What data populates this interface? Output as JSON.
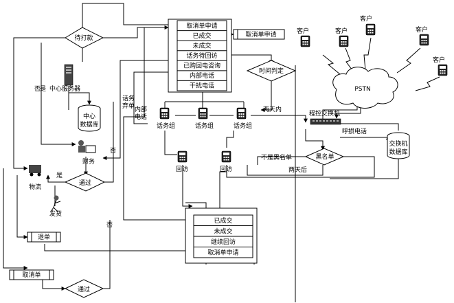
{
  "nodes": {
    "daidakuan": "待打款",
    "tongguo_1": "通过",
    "tongguo_2": "通过",
    "heimingdan": "黑名单",
    "shijian": "时间判定",
    "pstn": "PSTN"
  },
  "status_list": [
    "取消单申请",
    "已成交",
    "未成交",
    "话务待回访",
    "已购回电咨询",
    "内部电话",
    "干扰电话"
  ],
  "cancel_request_box": "取消单申请",
  "visit_list": [
    "已成交",
    "未成交",
    "继续回访",
    "取消单申请"
  ],
  "labels": {
    "server": "中心服务器",
    "center_db": "中心\n数据库",
    "finance": "财务",
    "logistics": "物流",
    "shipping": "发货",
    "return_order": "退单",
    "cancel_order": "取消单",
    "switch": "程控交换机",
    "switch_db": "交换机\n数据库",
    "group_1": "话务组",
    "group_2": "话务组",
    "group_3": "话务组",
    "revisit_1": "回访",
    "revisit_2": "回访",
    "internal_call": "内部\n电话",
    "call_dispatch": "话务\n弃单",
    "within_two_days": "两天内",
    "after_two_days": "两天后",
    "not_blacklist": "不是黑名单",
    "call_in": "呼损电话",
    "no_1": "否",
    "yes": "是",
    "yes_2": "是",
    "no_2": "否",
    "no_3": "否",
    "customer_1": "客户",
    "customer_2": "客户",
    "customer_3": "客户",
    "customer_4": "客户",
    "customer_5": "客户"
  }
}
